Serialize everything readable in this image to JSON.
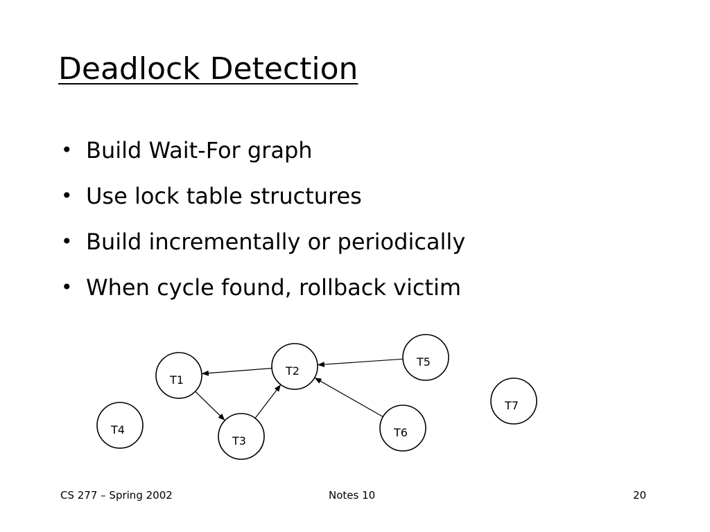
{
  "slide": {
    "title": "Deadlock Detection",
    "bullet_symbol": "•",
    "bullets": [
      "Build Wait-For graph",
      "Use lock table structures",
      "Build incrementally or periodically",
      "When cycle found, rollback victim"
    ]
  },
  "graph": {
    "nodes": [
      {
        "id": "T1",
        "letter": "T",
        "index": "1"
      },
      {
        "id": "T2",
        "letter": "T",
        "index": "2"
      },
      {
        "id": "T3",
        "letter": "T",
        "index": "3"
      },
      {
        "id": "T4",
        "letter": "T",
        "index": "4"
      },
      {
        "id": "T5",
        "letter": "T",
        "index": "5"
      },
      {
        "id": "T6",
        "letter": "T",
        "index": "6"
      },
      {
        "id": "T7",
        "letter": "T",
        "index": "7"
      }
    ],
    "edges": [
      {
        "from": "T2",
        "to": "T1"
      },
      {
        "from": "T1",
        "to": "T3"
      },
      {
        "from": "T3",
        "to": "T2"
      },
      {
        "from": "T5",
        "to": "T2"
      },
      {
        "from": "T6",
        "to": "T2"
      }
    ]
  },
  "footer": {
    "left": "CS 277 – Spring 2002",
    "center": "Notes 10",
    "right": "20"
  }
}
